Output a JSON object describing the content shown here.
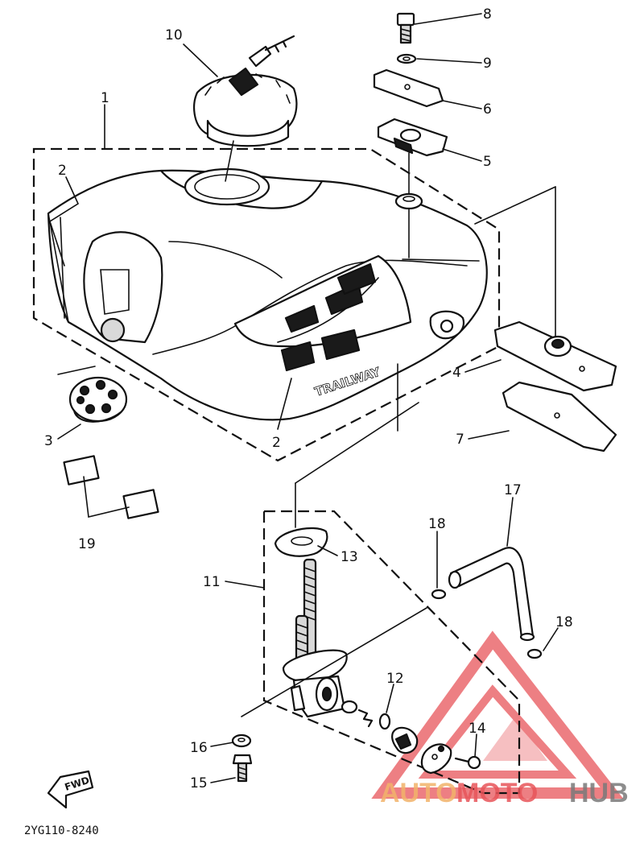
{
  "diagram": {
    "callouts": [
      {
        "id": "1",
        "label": "1"
      },
      {
        "id": "2a",
        "label": "2"
      },
      {
        "id": "2b",
        "label": "2"
      },
      {
        "id": "3",
        "label": "3"
      },
      {
        "id": "4",
        "label": "4"
      },
      {
        "id": "5",
        "label": "5"
      },
      {
        "id": "6",
        "label": "6"
      },
      {
        "id": "7",
        "label": "7"
      },
      {
        "id": "8",
        "label": "8"
      },
      {
        "id": "9",
        "label": "9"
      },
      {
        "id": "10",
        "label": "10"
      },
      {
        "id": "11",
        "label": "11"
      },
      {
        "id": "12",
        "label": "12"
      },
      {
        "id": "13",
        "label": "13"
      },
      {
        "id": "14",
        "label": "14"
      },
      {
        "id": "15",
        "label": "15"
      },
      {
        "id": "16",
        "label": "16"
      },
      {
        "id": "17",
        "label": "17"
      },
      {
        "id": "18a",
        "label": "18"
      },
      {
        "id": "18b",
        "label": "18"
      },
      {
        "id": "19",
        "label": "19"
      }
    ],
    "tank_text": "TRAILWAY",
    "fwd_text": "FWD",
    "drawing_code": "2YG110-8240"
  },
  "watermark": {
    "part1": "AUTO",
    "part2": "MOTO",
    "part3": "HUB",
    "color_red": "#e8555a",
    "color_orange": "#f2b36b",
    "color_gray": "#7a7a7a"
  }
}
